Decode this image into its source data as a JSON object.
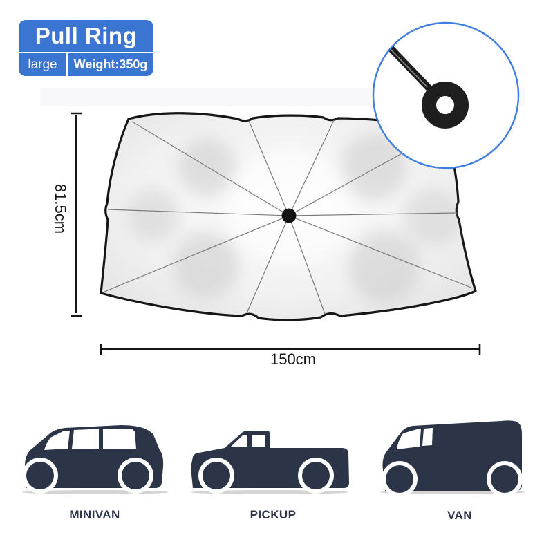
{
  "badge": {
    "title": "Pull Ring",
    "size_label": "large",
    "weight_label": "Weight:350g"
  },
  "dimensions": {
    "height_label": "81.5cm",
    "width_label": "150cm"
  },
  "vehicles": [
    {
      "label": "MINIVAN"
    },
    {
      "label": "PICKUP"
    },
    {
      "label": "VAN"
    }
  ],
  "icons": {
    "inset": "pull-ring-detail-icon",
    "product": "windshield-sunshade-umbrella"
  },
  "colors": {
    "badge_blue": "#3a75d2",
    "inset_border_blue": "#3f7ee2",
    "vehicle_navy": "#2b3547",
    "outline_black": "#161616",
    "shadow_gray": "#c9c9c9"
  }
}
